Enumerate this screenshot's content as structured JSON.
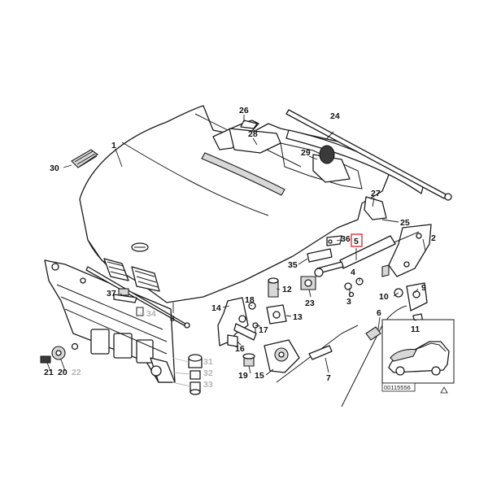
{
  "callouts": {
    "c1": "1",
    "c2": "2",
    "c3": "3",
    "c4": "4",
    "c5": "5",
    "c6": "6",
    "c7": "7",
    "c8": "8",
    "c9": "9",
    "c10": "10",
    "c11": "11",
    "c12": "12",
    "c13": "13",
    "c14": "14",
    "c15": "15",
    "c16": "16",
    "c17": "17",
    "c18": "18",
    "c19": "19",
    "c20": "20",
    "c21": "21",
    "c22": "22",
    "c23": "23",
    "c24": "24",
    "c25": "25",
    "c26": "26",
    "c27": "27",
    "c28": "28",
    "c29": "29",
    "c30": "30",
    "c31": "31",
    "c32": "32",
    "c33": "33",
    "c34": "34",
    "c35": "35",
    "c36": "36",
    "c37": "37"
  },
  "reference_number": "00115556",
  "colors": {
    "highlight": "#e02020",
    "ink": "#1a1a1a",
    "ghost": "#b4b4b4"
  }
}
